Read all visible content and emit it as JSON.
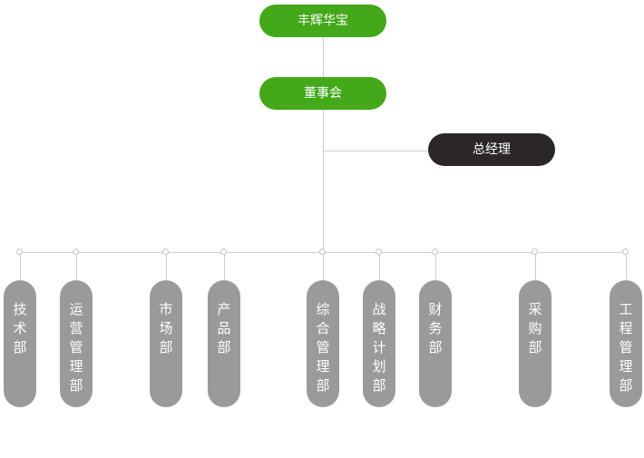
{
  "org": {
    "top": "丰辉华宝",
    "board": "董事会",
    "gm": "总经理",
    "departments": [
      "技术部",
      "运营管理部",
      "市场部",
      "产品部",
      "综合管理部",
      "战略计划部",
      "财务部",
      "采购部",
      "工程管理部"
    ]
  },
  "colors": {
    "green": "#43a81a",
    "dark": "#2a2726",
    "gray": "#9a9a9a",
    "line": "#cfcfcf"
  }
}
